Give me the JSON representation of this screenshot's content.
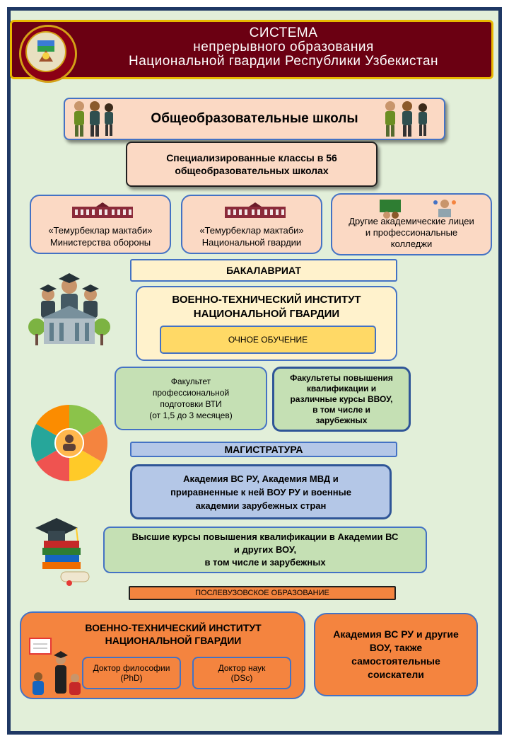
{
  "header": {
    "line1": "СИСТЕМА",
    "line2": "непрерывного образования",
    "line3": "Национальной гвардии Республики Узбекистан"
  },
  "colors": {
    "frame": "#1f3864",
    "background": "#e2efd9",
    "header_bg": "#6b0012",
    "header_border": "#e8b800",
    "peach": "#fbd9c4",
    "green": "#c5e0b4",
    "lavender": "#b4c7e7",
    "orange": "#f4843f",
    "cream": "#fff2cc",
    "yellow": "#ffd966"
  },
  "schools": {
    "title": "Общеобразовательные  школы",
    "specialized": "Специализированные классы в 56\nобщеобразовательных школах",
    "branches": [
      {
        "label": "«Темурбеклар мактаби»\nМинистерства обороны"
      },
      {
        "label": "«Темурбеклар мактаби»\nНациональной гвардии"
      },
      {
        "label": "Другие академические лицеи\nи профессиональные\nколледжи"
      }
    ]
  },
  "bachelor": {
    "title": "БАКАЛАВРИАТ",
    "institute": "ВОЕННО-ТЕХНИЧЕСКИЙ ИНСТИТУТ\nНАЦИОНАЛЬНОЙ ГВАРДИИ",
    "mode": "ОЧНОЕ  ОБУЧЕНИЕ",
    "faculty_left": "Факультет\nпрофессиональной\nподготовки ВТИ\n(от 1,5 до 3 месяцев)",
    "faculty_right": "Факультеты повышения\nквалификации и\nразличные курсы ВВОУ,\nв том числе и\nзарубежных"
  },
  "master": {
    "title": "МАГИСТРАТУРА",
    "academies": "Академия ВС РУ, Академия МВД и\nприравненные к ней ВОУ РУ и военные\nакадемии зарубежных стран",
    "courses": "Высшие курсы повышения квалификации в Академии ВС\nи других ВОУ,\nв том числе и зарубежных"
  },
  "postgrad": {
    "title": "ПОСЛЕВУЗОВСКОЕ  ОБРАЗОВАНИЕ",
    "institute": "ВОЕННО-ТЕХНИЧЕСКИЙ ИНСТИТУТ\nНАЦИОНАЛЬНОЙ ГВАРДИИ",
    "phd": "Доктор философии\n(PhD)",
    "dsc": "Доктор  наук\n(DSc)",
    "other": "Академия ВС РУ и другие\nВОУ, также\nсамостоятельные\nсоискатели"
  }
}
